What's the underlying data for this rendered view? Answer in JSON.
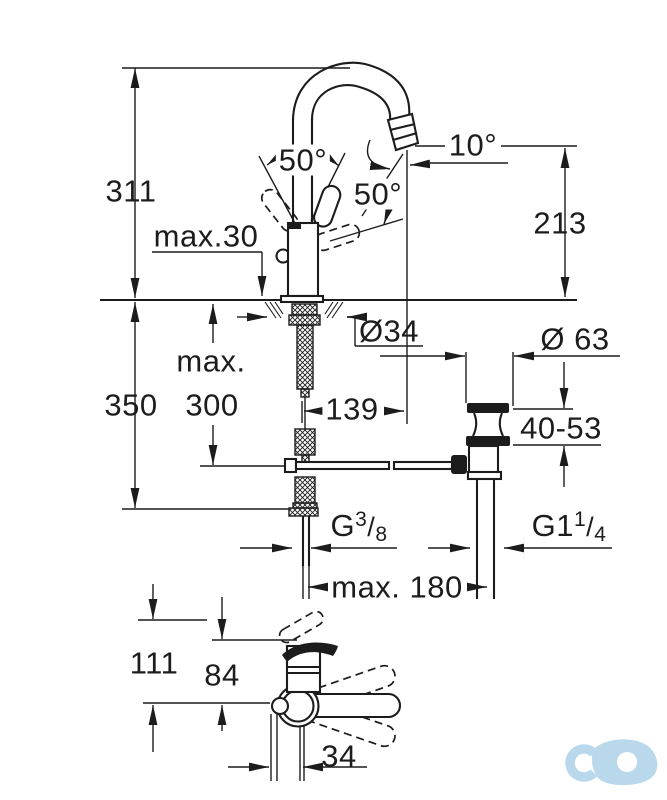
{
  "drawing": {
    "kind": "faucet installation dimension drawing",
    "units": "mm",
    "colors": {
      "line": "#1c1c1c",
      "background": "#ffffff",
      "logo": "#b9d8ec"
    }
  },
  "annotations": {
    "side_view": {
      "overall_height": "311",
      "max_deck_thickness": "max.30",
      "lever_angle_left": "50°",
      "lever_angle_right": "50°",
      "spout_tilt": "10°",
      "spout_height": "213",
      "hole_diameter": "Ø34",
      "below_deck_max_label": "max.",
      "below_deck_max_value": "300",
      "below_deck_depth": "350",
      "spout_reach": "139"
    },
    "supply": {
      "thread": {
        "base": "G",
        "sup": "3",
        "slash": "/",
        "den": "8"
      }
    },
    "waste": {
      "plug_diameter": "Ø 63",
      "plug_height_range": "40-53",
      "thread": {
        "base": "G1",
        "sup": "1",
        "slash": "/",
        "den": "4"
      },
      "rod_max_length": "max. 180"
    },
    "front_view": {
      "height_to_handle_top": "111",
      "height_to_body_top": "84",
      "lever_offset": "34"
    }
  },
  "logo": {
    "name": "store-watermark",
    "color": "#b9d8ec"
  }
}
